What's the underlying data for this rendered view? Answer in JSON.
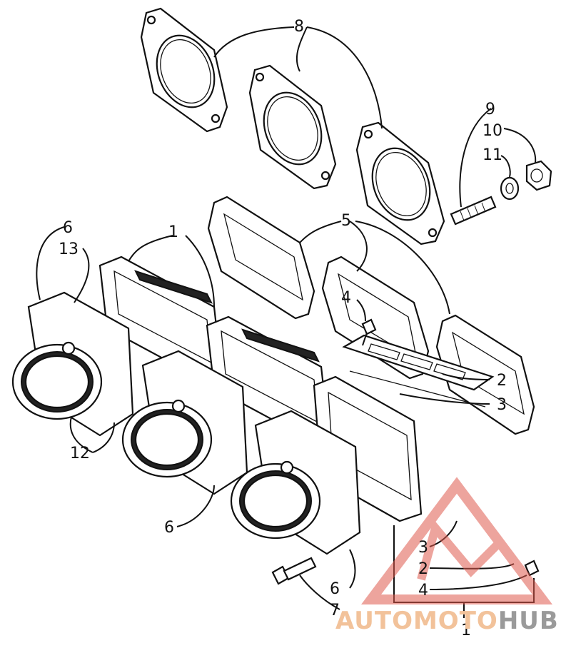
{
  "callouts": {
    "c1_top": "1",
    "c1_bottom": "1",
    "c2_right": "2",
    "c2_bottom": "2",
    "c3_right": "3",
    "c3_bottom": "3",
    "c4_top": "4",
    "c4_bottom": "4",
    "c5": "5",
    "c6_topleft": "6",
    "c6_middle": "6",
    "c6_bottom": "6",
    "c7": "7",
    "c8": "8",
    "c9": "9",
    "c10": "10",
    "c11": "11",
    "c12": "12",
    "c13": "13"
  },
  "watermark": {
    "part1": "AUTOMOTO",
    "part2": "HUB",
    "logo_color": "#e05a4e"
  }
}
